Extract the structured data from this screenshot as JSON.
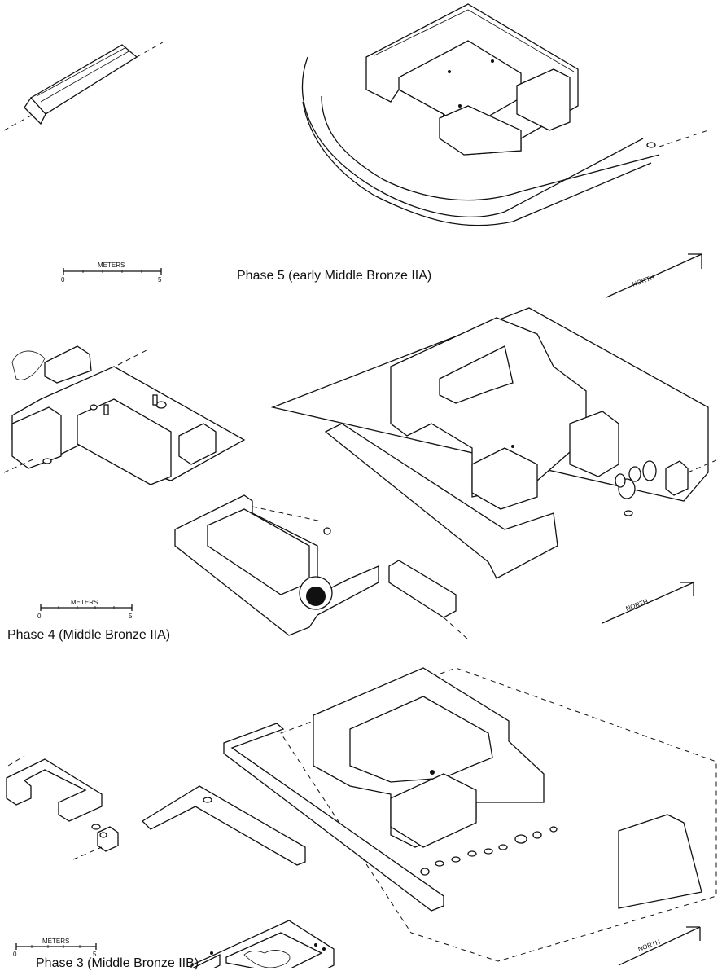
{
  "phases": [
    {
      "caption": "Phase 5 (early Middle Bronze IIA)",
      "scale": {
        "unit": "METERS",
        "start": "0",
        "end": "5"
      },
      "north": "NORTH"
    },
    {
      "caption": "Phase 4 (Middle Bronze IIA)",
      "scale": {
        "unit": "METERS",
        "start": "0",
        "end": "5"
      },
      "north": "NORTH"
    },
    {
      "caption": "Phase 3 (Middle Bronze IIB)",
      "scale": {
        "unit": "METERS",
        "start": "0",
        "end": "5"
      },
      "north": "NORTH"
    }
  ]
}
